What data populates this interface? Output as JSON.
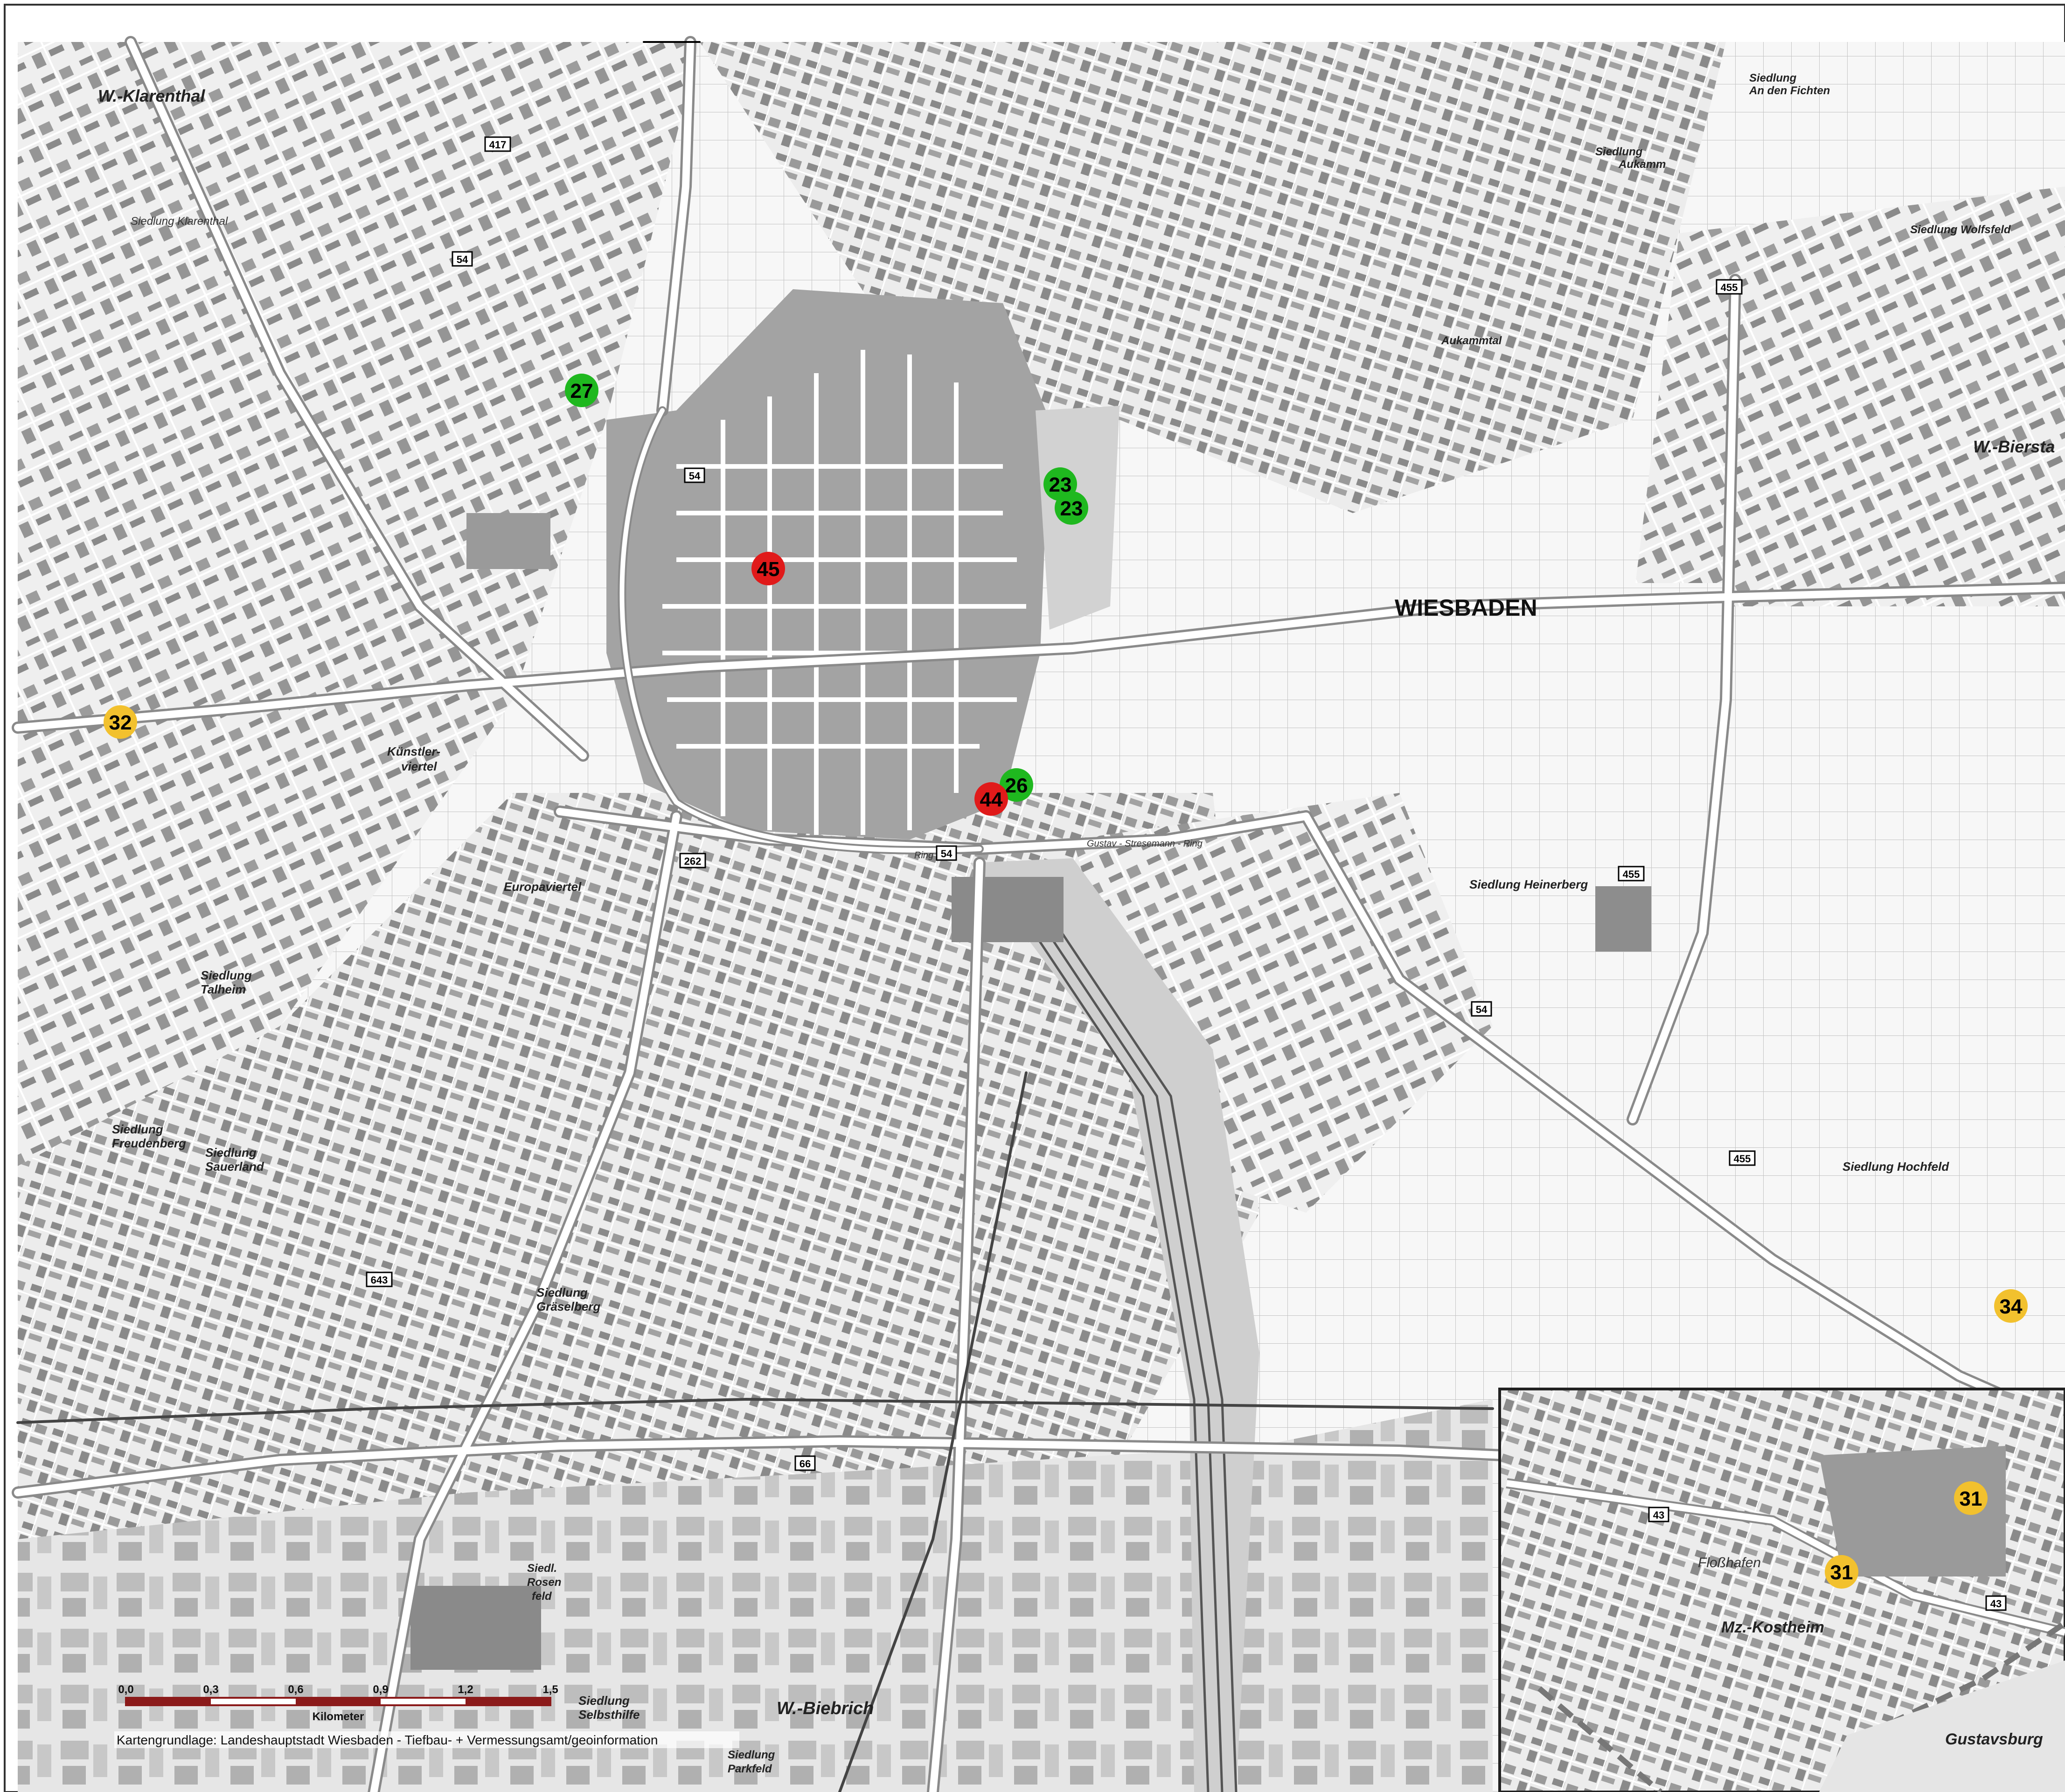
{
  "map": {
    "colors": {
      "background": "#ffffff",
      "block_dense": "#9c9c9c",
      "block_light": "#d4d4d4",
      "building": "#7a7a7a",
      "road": "#ffffff",
      "road_casing": "#8a8a8a",
      "rail": "#555555",
      "marker_green": "#1fb81f",
      "marker_red": "#e01a1a",
      "marker_yellow": "#f2c12e",
      "scale_bar": "#8b1a1a",
      "boundary": "#666666"
    },
    "place_labels": [
      {
        "id": "klarenthal",
        "text": "W.-Klarenthal",
        "size": "large"
      },
      {
        "id": "siedlung-klarenthal",
        "text": "Siedlung Klarenthal",
        "size": "small"
      },
      {
        "id": "wiesbaden",
        "text": "WIESBADEN",
        "size": "city"
      },
      {
        "id": "kuenstlerviertel-1",
        "text": "Künstler-",
        "size": "small"
      },
      {
        "id": "kuenstlerviertel-2",
        "text": "viertel",
        "size": "small"
      },
      {
        "id": "europaviertel",
        "text": "Europaviertel",
        "size": "small"
      },
      {
        "id": "talheim-1",
        "text": "Siedlung",
        "size": "small"
      },
      {
        "id": "talheim-2",
        "text": "Talheim",
        "size": "small"
      },
      {
        "id": "freudenberg-1",
        "text": "Siedlung",
        "size": "small"
      },
      {
        "id": "freudenberg-2",
        "text": "Freudenberg",
        "size": "small"
      },
      {
        "id": "sauerland-1",
        "text": "Siedlung",
        "size": "small"
      },
      {
        "id": "sauerland-2",
        "text": "Sauerland",
        "size": "small"
      },
      {
        "id": "graeselberg-1",
        "text": "Siedlung",
        "size": "small"
      },
      {
        "id": "graeselberg-2",
        "text": "Gräselberg",
        "size": "small"
      },
      {
        "id": "rosenfeld-1",
        "text": "Siedl.",
        "size": "small"
      },
      {
        "id": "rosenfeld-2",
        "text": "Rosen",
        "size": "small"
      },
      {
        "id": "rosenfeld-3",
        "text": "feld",
        "size": "small"
      },
      {
        "id": "selbsthilfe-1",
        "text": "Siedlung",
        "size": "small"
      },
      {
        "id": "selbsthilfe-2",
        "text": "Selbsthilfe",
        "size": "small"
      },
      {
        "id": "parkfeld-1",
        "text": "Siedlung",
        "size": "small"
      },
      {
        "id": "parkfeld-2",
        "text": "Parkfeld",
        "size": "small"
      },
      {
        "id": "biebrich",
        "text": "W.-Biebrich",
        "size": "large"
      },
      {
        "id": "heinerberg",
        "text": "Siedlung Heinerberg",
        "size": "small"
      },
      {
        "id": "aukamm-1",
        "text": "Siedlung",
        "size": "small"
      },
      {
        "id": "aukamm-2",
        "text": "Aukamm",
        "size": "small"
      },
      {
        "id": "aukammtal",
        "text": "Aukammtal",
        "size": "small"
      },
      {
        "id": "fichten-1",
        "text": "Siedlung",
        "size": "small"
      },
      {
        "id": "fichten-2",
        "text": "An den Fichten",
        "size": "small"
      },
      {
        "id": "wolfsfeld",
        "text": "Siedlung Wolfsfeld",
        "size": "small"
      },
      {
        "id": "bierstadt",
        "text": "W.-Biersta",
        "size": "large"
      },
      {
        "id": "hochfeld",
        "text": "Siedlung Hochfeld",
        "size": "small"
      },
      {
        "id": "kostheim",
        "text": "Mz.-Kostheim",
        "size": "large"
      },
      {
        "id": "gustavsburg",
        "text": "Gustavsburg",
        "size": "large"
      },
      {
        "id": "flosshafen",
        "text": "Floßhafen",
        "size": "small"
      },
      {
        "id": "ring",
        "text": "Ring",
        "size": "small"
      },
      {
        "id": "stresemann",
        "text": "Gustav - Stresemann - Ring",
        "size": "small"
      }
    ],
    "road_numbers": [
      {
        "id": "r417",
        "text": "417"
      },
      {
        "id": "r54-a",
        "text": "54"
      },
      {
        "id": "r54-b",
        "text": "54"
      },
      {
        "id": "r54-c",
        "text": "54"
      },
      {
        "id": "r54-d",
        "text": "54"
      },
      {
        "id": "r262",
        "text": "262"
      },
      {
        "id": "r455-a",
        "text": "455"
      },
      {
        "id": "r455-b",
        "text": "455"
      },
      {
        "id": "r455-c",
        "text": "455"
      },
      {
        "id": "r643",
        "text": "643"
      },
      {
        "id": "r66",
        "text": "66"
      },
      {
        "id": "r43-a",
        "text": "43"
      },
      {
        "id": "r43-b",
        "text": "43"
      }
    ],
    "markers": [
      {
        "id": "m27",
        "label": "27",
        "color": "green"
      },
      {
        "id": "m23a",
        "label": "23",
        "color": "green"
      },
      {
        "id": "m23b",
        "label": "23",
        "color": "green"
      },
      {
        "id": "m26",
        "label": "26",
        "color": "green"
      },
      {
        "id": "m45",
        "label": "45",
        "color": "red"
      },
      {
        "id": "m44",
        "label": "44",
        "color": "red"
      },
      {
        "id": "m32",
        "label": "32",
        "color": "yellow"
      },
      {
        "id": "m34",
        "label": "34",
        "color": "yellow"
      },
      {
        "id": "m31a",
        "label": "31",
        "color": "yellow"
      },
      {
        "id": "m31b",
        "label": "31",
        "color": "yellow"
      }
    ],
    "scale_bar": {
      "ticks": [
        "0,0",
        "0,3",
        "0,6",
        "0,9",
        "1,2",
        "1,5"
      ],
      "unit": "Kilometer"
    },
    "credit": "Kartengrundlage: Landeshauptstadt Wiesbaden - Tiefbau- + Vermessungsamt/geoinformation"
  }
}
